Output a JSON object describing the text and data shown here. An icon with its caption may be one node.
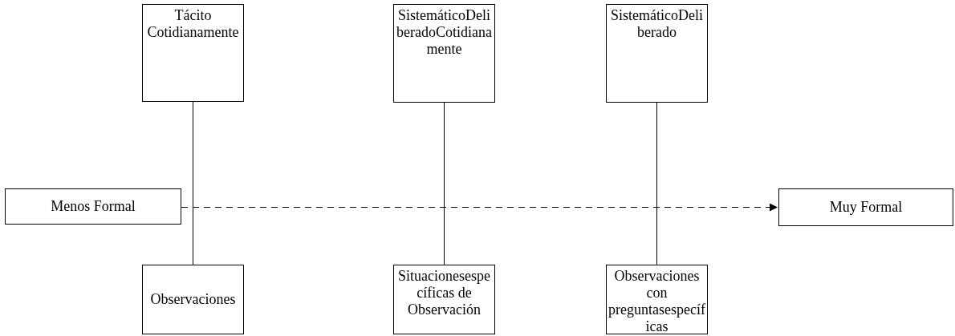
{
  "diagram": {
    "nodes": [
      {
        "text": [
          "Tácito Cotidianamente"
        ]
      },
      {
        "text": [
          "SistemáticoDeliberadoCotidianamente"
        ]
      },
      {
        "text": [
          "SistemáticoDeliberado"
        ]
      },
      {
        "text": [
          "Menos Formal"
        ]
      },
      {
        "text": [
          "Muy Formal"
        ]
      },
      {
        "text": [
          "Observaciones"
        ]
      },
      {
        "text": [
          "Situacionesespecíficas de Observación"
        ]
      },
      {
        "text": [
          "Observaciones con preguntasespecíficas"
        ]
      }
    ],
    "edges": [
      {
        "from": 0,
        "to": 5,
        "arrow": "none"
      },
      {
        "from": 1,
        "to": 6,
        "arrow": "none"
      },
      {
        "from": 2,
        "to": 7,
        "arrow": "none"
      },
      {
        "from": 3,
        "to": 4,
        "arrow": "to",
        "style": "dashed"
      }
    ]
  }
}
